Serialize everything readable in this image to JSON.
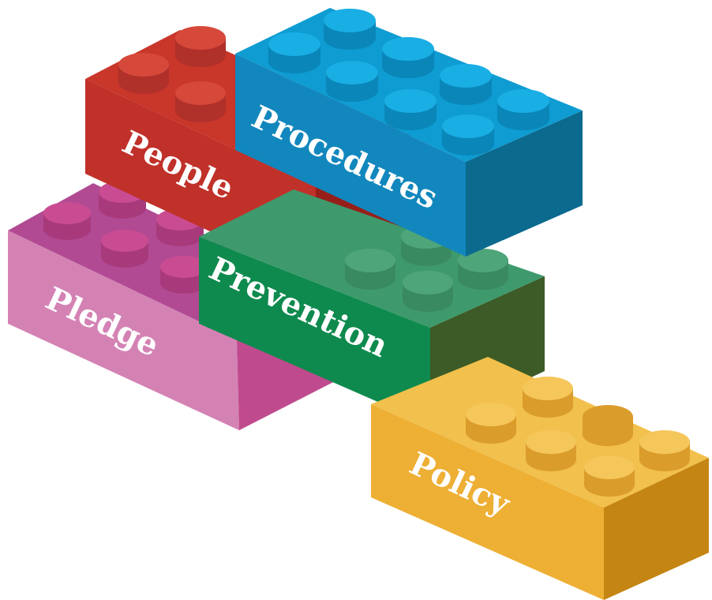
{
  "diagram": {
    "bricks": [
      {
        "id": "pledge",
        "label": "Pledge",
        "colors": {
          "top": "#B14A93",
          "front": "#D482B4",
          "side": "#C04A8E",
          "stud": "#C94C93",
          "stud_side": "#A83A7C"
        }
      },
      {
        "id": "people",
        "label": "People",
        "colors": {
          "top": "#C9362A",
          "front": "#C0312A",
          "side": "#961F1A",
          "stud": "#D6483A",
          "stud_side": "#B0302A"
        }
      },
      {
        "id": "prevention",
        "label": "Prevention",
        "colors": {
          "top": "#3E9A6C",
          "front": "#0E8A4E",
          "side": "#3C5B27",
          "stud": "#4FA57A",
          "stud_side": "#3A8A60"
        }
      },
      {
        "id": "procedures",
        "label": "Procedures",
        "colors": {
          "top": "#0E9CD2",
          "front": "#1287BD",
          "side": "#0B6A8E",
          "stud": "#19AEE4",
          "stud_side": "#0A86B8"
        }
      },
      {
        "id": "policy",
        "label": "Policy",
        "colors": {
          "top": "#F2C04C",
          "front": "#EDAF34",
          "side": "#C48512",
          "stud": "#F5C65A",
          "stud_side": "#DA9C2A"
        }
      }
    ]
  }
}
